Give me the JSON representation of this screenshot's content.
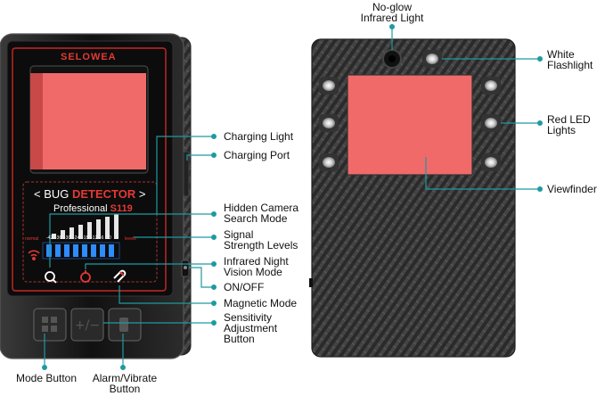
{
  "device": {
    "brand": "SELOWEA",
    "title_prefix": "< BUG ",
    "title_highlight": "DETECTOR",
    "title_suffix": " >",
    "subtitle": "Professional",
    "model": "S119",
    "scale_left": "normal",
    "scale_right": "levels",
    "scale_values": [
      "-42",
      "-36",
      "-30",
      "-24",
      "-18",
      "-12",
      "-6",
      "0"
    ]
  },
  "labels": {
    "charging_light": "Charging Light",
    "charging_port": "Charging Port",
    "hidden_camera": "Hidden Camera\nSearch Mode",
    "signal_strength": "Signal\nStrength Levels",
    "infrared_night": "Infrared Night\nVision Mode",
    "on_off": "ON/OFF",
    "magnetic_mode": "Magnetic Mode",
    "sensitivity": "Sensitivity\nAdjustment\nButton",
    "mode_button": "Mode Button",
    "alarm_vibrate": "Alarm/Vibrate\nButton",
    "no_glow": "No-glow\nInfrared Light",
    "white_flashlight": "White\nFlashlight",
    "red_led": "Red LED\nLights",
    "viewfinder": "Viewfinder"
  },
  "colors": {
    "accent": "#1e9aa0",
    "lens_red": "#f06a6a",
    "device_dark": "#1b1b1b",
    "highlight_red": "#e53935",
    "bar_blue": "#2f8cff"
  }
}
